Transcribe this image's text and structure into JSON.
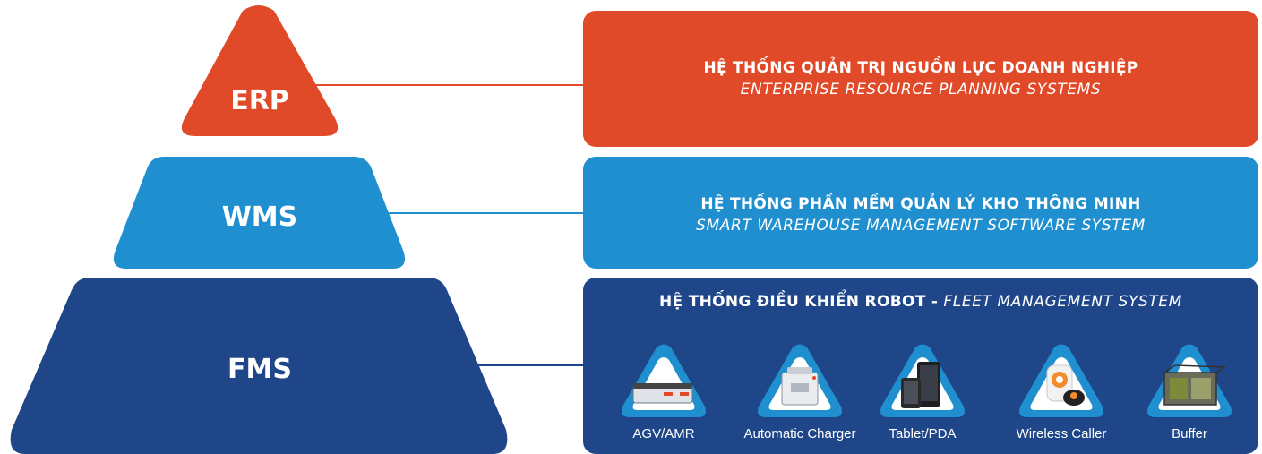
{
  "colors": {
    "erp": "#E04A28",
    "wms": "#1F8FCF",
    "fms": "#1E4688"
  },
  "pyramid": {
    "erp": {
      "label": "ERP"
    },
    "wms": {
      "label": "WMS"
    },
    "fms": {
      "label": "FMS"
    }
  },
  "panels": {
    "erp": {
      "title_vi": "HỆ THỐNG QUẢN TRỊ NGUỒN LỰC DOANH NGHIỆP",
      "title_en": "ENTERPRISE RESOURCE PLANNING SYSTEMS"
    },
    "wms": {
      "title_vi": "HỆ THỐNG PHẦN MỀM QUẢN LÝ KHO THÔNG MINH",
      "title_en": "SMART WAREHOUSE MANAGEMENT SOFTWARE SYSTEM"
    },
    "fms": {
      "title_vi": "HỆ THỐNG ĐIỀU KHIỂN ROBOT - ",
      "title_en": "FLEET MANAGEMENT SYSTEM",
      "devices": [
        {
          "label": "AGV/AMR",
          "icon": "agv-robot-icon"
        },
        {
          "label": "Automatic Charger",
          "icon": "charger-icon"
        },
        {
          "label": "Tablet/PDA",
          "icon": "tablet-icon"
        },
        {
          "label": "Wireless Caller",
          "icon": "wireless-caller-icon"
        },
        {
          "label": "Buffer",
          "icon": "buffer-rack-icon"
        }
      ]
    }
  }
}
